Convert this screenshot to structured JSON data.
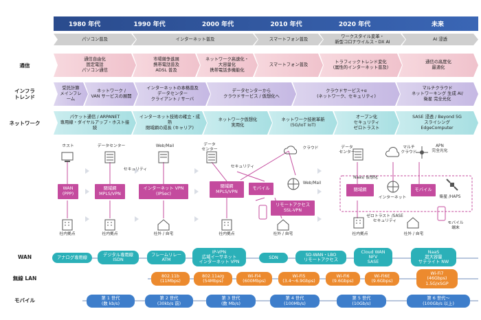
{
  "eras": [
    "1980 年代",
    "1990 年代",
    "2000 年代",
    "2010 年代",
    "2020 年代",
    "未来"
  ],
  "rows": {
    "pc": [
      "パソコン普及",
      "インターネット普及",
      "スマートフォン普及",
      "ワークスタイル変革・\n新型コロナウイルス・DX AI",
      "AI 浸透"
    ],
    "telecom": {
      "label": "通信",
      "items": [
        "通信自由化\n固定電話\nパソコン通信",
        "市場競争進展\n携帯電話普及\nADSL 普及",
        "ネットワーク高速化・\n大容量化\n携帯電話多機能化",
        "スマートフォン普及",
        "トラフィックトレンド変化\n(属性的インターネット普及)",
        "通信の高度化\n最適化"
      ]
    },
    "infra": {
      "label": "インフラ\nトレンド",
      "items": [
        "受託計算\nメインフレーム",
        "ネットワーク /\nVAN サービスの展開",
        "インターネットの本格普及\nデータセンター\nクライアント / サーバ",
        "データセンターから\nクラウドサービス / 仮想化へ",
        "クラウドサービス+α\n(ネットワーク、セキュリティ)",
        "マルチクラウド\nネットワーキング 生成 AI/\n衛星 完全光化"
      ]
    },
    "network": {
      "label": "ネットワーク",
      "items": [
        "パケット通信 / ARPANET\n専用線・ダイヤルアップ・ホスト接続",
        "インターネット技術の確立・成熟\n閉域網の成長 (キャリア)",
        "ネットワーク仮想化\n実用化",
        "ネットワーク技術革新\n(5G/IoT IoT)",
        "オープン化\nセキュリティ\nゼロトラスト",
        "SASE 浸透 / Beyond 5G\nスライシング\nEdgeComputer"
      ]
    }
  },
  "diagram": {
    "host": "ホスト",
    "wan": "WAN\n(PPP)",
    "branch": "社内拠点",
    "dc": "データセンター",
    "dc2": "データ\nセンター",
    "dc3": "データ\nセンター",
    "security": "セキュリティ",
    "security2": "セキュリティ",
    "webmail": "Web/Mail",
    "webmail2": "Web/Mail",
    "closed_mpls": "閉域網\nMPLS/VPN",
    "inet_vpn": "インターネット VPN\n(IPSec)",
    "closed_mpls2": "閉域網\nMPLS/VPN",
    "mobile": "モバイル",
    "cloud": "クラウド",
    "remote": "リモートアクセス\nSSL-VPN",
    "remote_home": "社外 / 自宅",
    "remote_home2": "社外 / 自宅",
    "remote_home3": "社外 / 自宅",
    "naas_virtual": "Naas/ 仮想化",
    "closed3": "閉域網",
    "internet": "インターネット",
    "mobile3": "モバイル",
    "multicloud": "マルチ\nクラウド",
    "apn": "APN\n完全光化",
    "satellite": "衛星 /HAPS",
    "zerotrust": "ゼロトラスト /SASE\nセキュリティ",
    "mobile_term": "モバイル\n端末"
  },
  "bottom": {
    "wan_label": "WAN",
    "wireless_label": "無線 LAN",
    "mobile_label": "モバイル",
    "wan": [
      "アナログ専用線",
      "デジタル専用線\nISDN",
      "フレームリレー\nATM",
      "IP-VPN\n広域イーサネット\nインターネット VPN",
      "SDN",
      "SD-WAN・LBO\nリモートアクセス",
      "Cloud WAN\nNFV\nSASE",
      "NaaS\n超大容量\nサテライト NW"
    ],
    "wireless": [
      "802.11b\n(11Mbps)",
      "802.11a/g\n(54Mbps)",
      "Wi-Fi4\n(600Mbps)",
      "Wi-Fi5\n(3.4～6.9Gbps)",
      "Wi-Fi6\n(9.6Gbps)",
      "Wi-Fi6E\n(9.6Gbps)",
      "Wi-Fi7\n(46Gbps)\n1.5G/xSGP"
    ],
    "mobile": [
      "第 1 世代\n(数 kb/s)",
      "第 2 世代\n(30kb/s 前)",
      "第 3 世代\n(数 Mb/s)",
      "第 4 世代\n(100Mb/s)",
      "第 5 世代\n(10Gb/s)",
      "第 6 世代～\n(100Gb/s 以上)"
    ]
  },
  "colors": {
    "header": "#2a4b8d",
    "pink_box": "#c44b9e",
    "wan_pill": "#2bb0b8",
    "wireless_pill": "#ec8a2e",
    "mobile_pill": "#3e7ecb"
  }
}
